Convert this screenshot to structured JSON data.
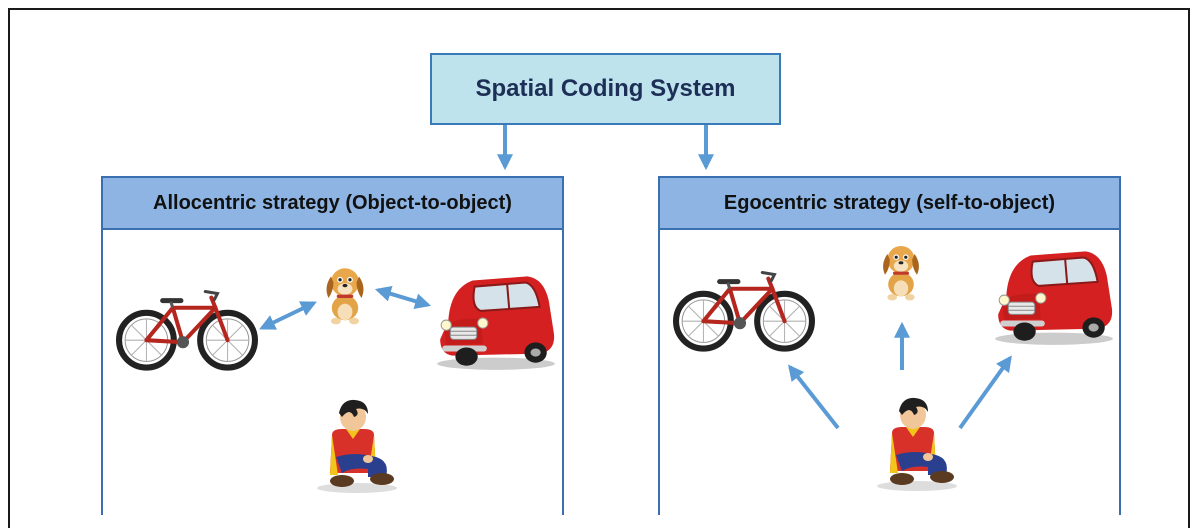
{
  "diagram": {
    "title": "Spatial Coding System",
    "panels": [
      {
        "heading": "Allocentric strategy (Object-to-object)"
      },
      {
        "heading": "Egocentric strategy (self-to-object)"
      }
    ],
    "colors": {
      "title_fill": "#bfe3ec",
      "title_border": "#3a7ab8",
      "panel_header_fill": "#8db4e2",
      "panel_border": "#3a6fb0",
      "arrow": "#5b9bd5",
      "car": "#d42020",
      "bicycle": "#b5261e",
      "dog": "#e7a346",
      "boy_shirt": "#d8312a",
      "boy_pants": "#2b3f8f"
    },
    "icons": [
      "bicycle-icon",
      "dog-icon",
      "car-icon",
      "boy-icon"
    ]
  }
}
